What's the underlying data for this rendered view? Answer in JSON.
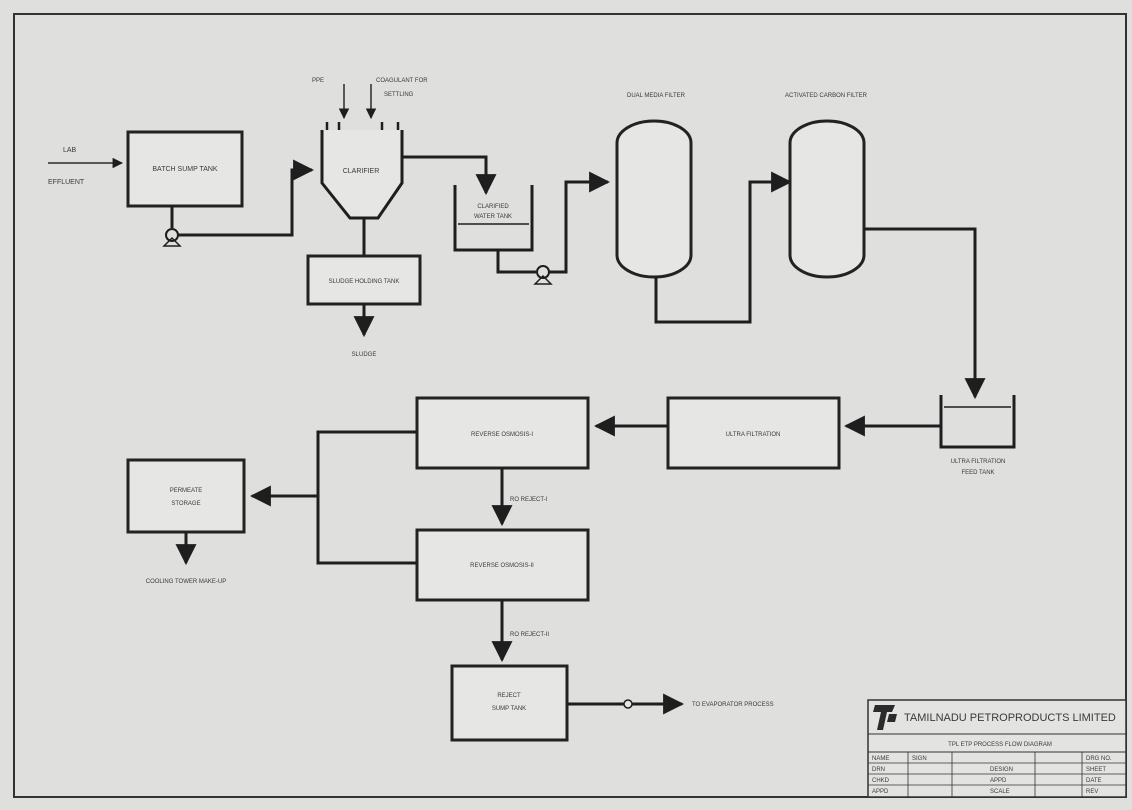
{
  "diagram": {
    "colors": {
      "line": "#1e1e1e",
      "paper": "#dfe0dd",
      "box_fill": "#e6e7e4",
      "text": "#3a3a3a"
    },
    "inputs": {
      "line1": "LAB",
      "line2": "EFFLUENT"
    },
    "dosing": {
      "chem1": "PPE",
      "chem2_line1": "COAGULANT FOR",
      "chem2_line2": "SETTLING"
    },
    "nodes": {
      "buffer_tank": "BATCH SUMP TANK",
      "clarifier": "CLARIFIER",
      "clarified_tank_line1": "CLARIFIED",
      "clarified_tank_line2": "WATER TANK",
      "sludge_tank": "SLUDGE HOLDING TANK",
      "sludge_out": "SLUDGE",
      "dual_media_filter": "DUAL MEDIA FILTER",
      "activated_carbon_filter": "ACTIVATED CARBON FILTER",
      "uf_tank_line1": "ULTRA FILTRATION",
      "uf_tank_line2": "FEED TANK",
      "uf_system": "ULTRA FILTRATION",
      "ro1": "REVERSE OSMOSIS-I",
      "ro2": "REVERSE OSMOSIS-II",
      "reject1": "RO REJECT-I",
      "reject2": "RO REJECT-II",
      "permeate_line1": "PERMEATE",
      "permeate_line2": "STORAGE",
      "reuse": "COOLING TOWER MAKE-UP",
      "reject_tank_line1": "REJECT",
      "reject_tank_line2": "SUMP TANK",
      "disposal": "TO EVAPORATOR PROCESS"
    },
    "title_block": {
      "company": "TAMILNADU PETROPRODUCTS LIMITED",
      "drawing_title": "TPL ETP PROCESS FLOW DIAGRAM",
      "rows": [
        [
          "NAME",
          "SIGN",
          "",
          "DRG NO."
        ],
        [
          "DRN",
          "",
          "DESIGN",
          "SHEET"
        ],
        [
          "CHKD",
          "",
          "APPD",
          "DATE"
        ],
        [
          "APPD",
          "",
          "SCALE",
          "REV"
        ]
      ]
    }
  }
}
